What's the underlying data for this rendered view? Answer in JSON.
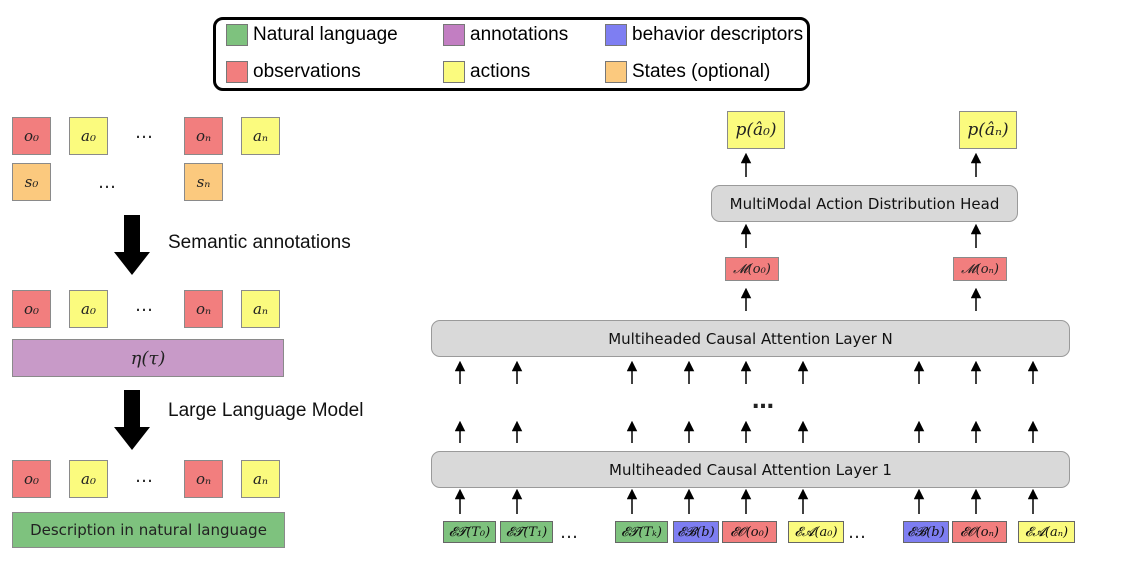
{
  "legend": {
    "natural_language": {
      "label": "Natural language",
      "color": "#7ec27e"
    },
    "annotations": {
      "label": "annotations",
      "color": "#c27ec2"
    },
    "behavior_descriptors": {
      "label": "behavior descriptors",
      "color": "#7e7ef2"
    },
    "observations": {
      "label": "observations",
      "color": "#f27e7e"
    },
    "actions": {
      "label": "actions",
      "color": "#fbfb7e"
    },
    "states": {
      "label": "States (optional)",
      "color": "#fbc97e"
    }
  },
  "left": {
    "o0": "o₀",
    "a0": "a₀",
    "oN": "oₙ",
    "aN": "aₙ",
    "s0": "s₀",
    "sN": "sₙ",
    "ellipsis": "…",
    "step1_label": "Semantic annotations",
    "eta_label": "η(τ)",
    "step2_label": "Large Language Model",
    "description_label": "Description in natural language"
  },
  "right": {
    "p_a0": "p(â₀)",
    "p_aN": "p(âₙ)",
    "head_label": "MultiModal Action Distribution Head",
    "m_o0": "𝓜(o₀)",
    "m_oN": "𝓜(oₙ)",
    "layer_n_label": "Multiheaded Causal Attention Layer N",
    "layer_1_label": "Multiheaded Causal Attention Layer 1",
    "vertical_ellipsis": "…",
    "tokens": {
      "et_t0": "𝓔𝓣(T₀)",
      "et_t1": "𝓔𝓣(T₁)",
      "dots1": "…",
      "et_tk": "𝓔𝓣(Tₖ)",
      "eb_b1": "𝓔𝓑(b)",
      "eo_o0": "𝓔𝓞(o₀)",
      "ea_a0": "𝓔𝓐(a₀)",
      "dots2": "…",
      "eb_b2": "𝓔𝓑(b)",
      "eo_oN": "𝓔𝓞(oₙ)",
      "ea_aN": "𝓔𝓐(aₙ)"
    }
  }
}
